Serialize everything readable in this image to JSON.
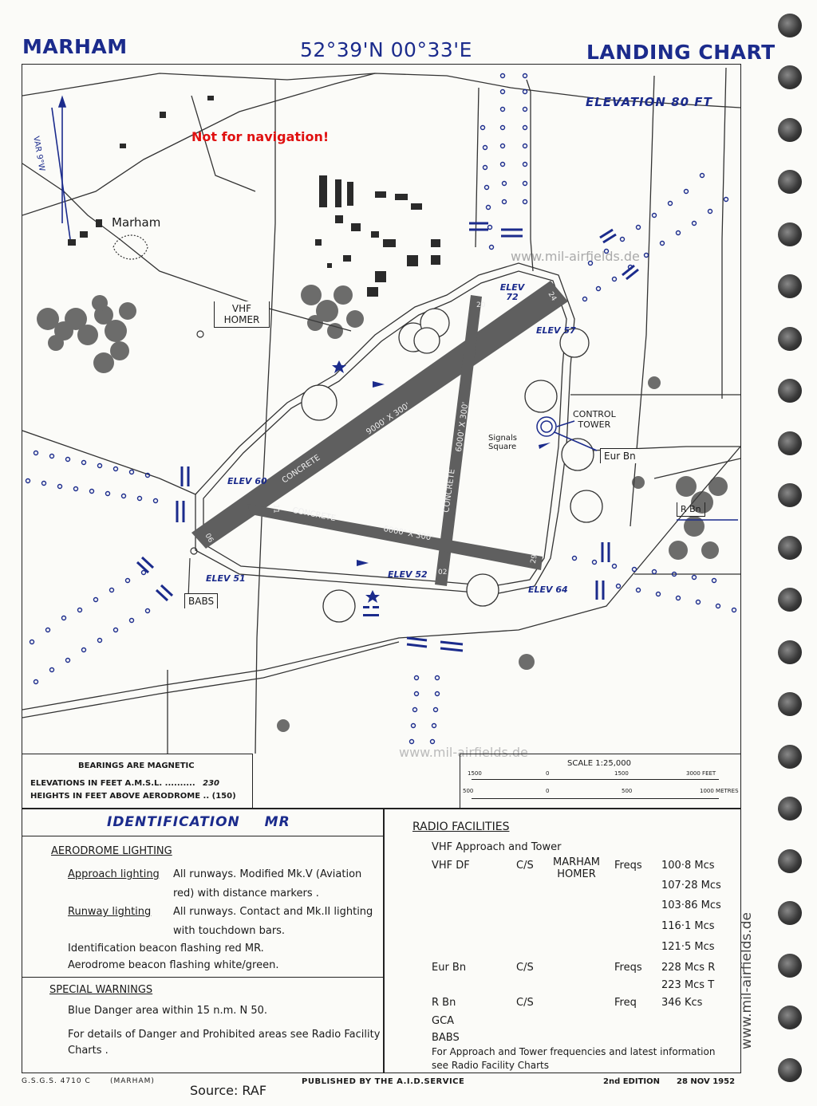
{
  "header": {
    "left": "MARHAM",
    "center": "52°39'N 00°33'E",
    "right": "LANDING CHART"
  },
  "map": {
    "elevation": "ELEVATION 80 FT",
    "not_for_nav": "Not for navigation!",
    "watermark": "www.mil-airfields.de",
    "var_label": "VAR 9°W",
    "village": "Marham",
    "vhf_homer": [
      "VHF",
      "HOMER"
    ],
    "control_tower": [
      "CONTROL",
      "TOWER"
    ],
    "signals_square": [
      "Signals",
      "Square"
    ],
    "eur_bn": "Eur Bn",
    "r_bn": "R Bn",
    "babs": "BABS",
    "concrete": "CONCRETE",
    "runway_labels": {
      "rw_main": "9000' X 300'",
      "rw_cross": "6000' X 300'",
      "rw_short": "6000' X 300'",
      "n20": "20",
      "n24": "24",
      "n06": "06",
      "n11": "11",
      "n29": "29",
      "n02": "02"
    },
    "elevs": {
      "e72": "ELEV 72",
      "e57": "ELEV 57",
      "e60": "ELEV 60",
      "e51": "ELEV 51",
      "e52": "ELEV 52",
      "e64": "ELEV 64"
    },
    "colors": {
      "runway": "#5f5f5f",
      "symbols": "#1b2b8c"
    }
  },
  "legend": {
    "line1": "BEARINGS ARE MAGNETIC",
    "line2": "ELEVATIONS IN FEET A.M.S.L. ..........",
    "line2_val": "230",
    "line3": "HEIGHTS IN FEET ABOVE AERODROME ..",
    "line3_val": "(150)"
  },
  "scale": {
    "title": "SCALE 1:25,000",
    "feet_ticks": [
      "1500",
      "0",
      "1500",
      "3000 FEET"
    ],
    "metre_ticks": [
      "500",
      "0",
      "500",
      "1000 METRES"
    ]
  },
  "ident": {
    "title": "IDENTIFICATION",
    "code": "MR",
    "lighting_heading": "AERODROME LIGHTING",
    "approach_label": "Approach lighting",
    "approach_text_1": "All runways. Modified Mk.V (Aviation",
    "approach_text_2": "red) with distance markers .",
    "runway_label": "Runway lighting",
    "runway_text_1": "All runways. Contact and Mk.II lighting",
    "runway_text_2": "with touchdown bars.",
    "ident_beacon": "Identification beacon flashing red MR.",
    "aero_beacon": "Aerodrome beacon flashing white/green.",
    "warnings_heading": "SPECIAL WARNINGS",
    "warn1": "Blue Danger area within 15 n.m. N 50.",
    "warn2_1": "For details of Danger and Prohibited areas see Radio Facility",
    "warn2_2": "Charts ."
  },
  "radio": {
    "heading": "RADIO FACILITIES",
    "vhf_app": "VHF Approach and Tower",
    "vhf_df": "VHF DF",
    "cs": "C/S",
    "marham_homer": [
      "MARHAM",
      "HOMER"
    ],
    "freqs": "Freqs",
    "freq": "Freq",
    "df_freqs": [
      "100·8 Mcs",
      "107·28 Mcs",
      "103·86 Mcs",
      "116·1 Mcs",
      "121·5 Mcs"
    ],
    "eur_bn": "Eur Bn",
    "eur_freqs": [
      "228 Mcs R",
      "223 Mcs T"
    ],
    "r_bn": "R Bn",
    "r_freq": "346 Kcs",
    "gca": "GCA",
    "babs": "BABS",
    "note_1": "For Approach and Tower frequencies and latest information",
    "note_2": "see Radio Facility Charts"
  },
  "footer": {
    "gsgs": "G.S.G.S. 4710 C",
    "name": "(MARHAM)",
    "source": "Source: RAF",
    "published": "PUBLISHED BY THE A.I.D.SERVICE",
    "edition": "2nd EDITION",
    "date": "28 NOV 1952"
  },
  "side_watermark": "www.mil-airfields.de"
}
